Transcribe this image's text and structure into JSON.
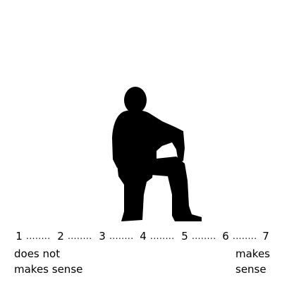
{
  "scale": {
    "points": [
      "1",
      "2",
      "3",
      "4",
      "5",
      "6",
      "7"
    ],
    "dots": "........"
  },
  "anchors": {
    "left": [
      "does not",
      "makes sense"
    ],
    "right": [
      "makes",
      "sense"
    ]
  },
  "image": {
    "subject": "black silhouette of a seated person",
    "color": "#000000"
  }
}
